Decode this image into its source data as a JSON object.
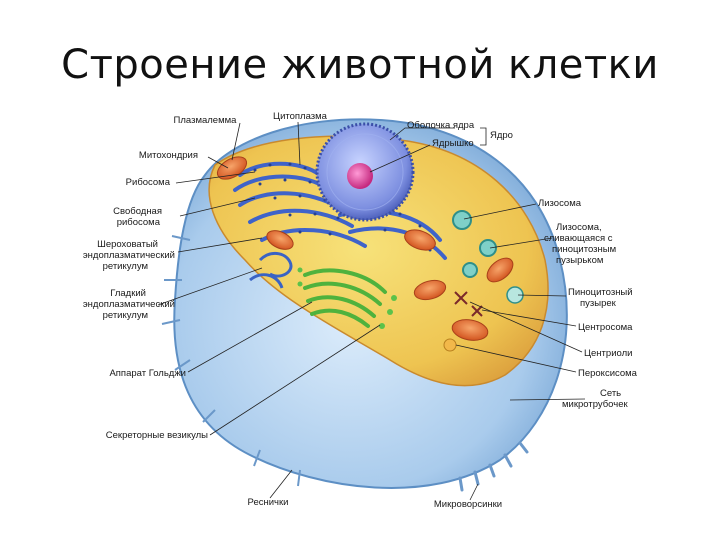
{
  "slide": {
    "title": "Строение животной клетки"
  },
  "labels": {
    "plasmalemma": "Плазмалемма",
    "cytoplasm": "Цитоплазма",
    "nuclear_envelope": "Оболочка ядра",
    "nucleus": "Ядро",
    "nucleolus": "Ядрышко",
    "mitochondria": "Митохондрия",
    "ribosome": "Рибосома",
    "free_ribosome_1": "Свободная",
    "free_ribosome_2": "рибосома",
    "rough_er_1": "Шероховатый",
    "rough_er_2": "эндоплазматический",
    "rough_er_3": "ретикулум",
    "smooth_er_1": "Гладкий",
    "smooth_er_2": "эндоплазматический",
    "smooth_er_3": "ретикулум",
    "golgi": "Аппарат Гольджи",
    "secretory_vesicle": "Секреторные везикулы",
    "cilia": "Реснички",
    "microvilli": "Микроворсинки",
    "lysosome": "Лизосома",
    "lysosome_fusing_1": "Лизосома,",
    "lysosome_fusing_2": "сливающаяся с",
    "lysosome_fusing_3": "пиноцитозным",
    "lysosome_fusing_4": "пузырьком",
    "pinocytic_1": "Пиноцитозный",
    "pinocytic_2": "пузырек",
    "centrosome": "Центросома",
    "centrioles": "Центриоли",
    "peroxisome": "Пероксисома",
    "microtubules_1": "Сеть",
    "microtubules_2": "микротрубочек"
  },
  "colors": {
    "membrane_blue": "#8fb8e0",
    "cytoplasm_yellow": "#f3d25a",
    "cytoplasm_orange": "#e0a640",
    "nucleus_blue": "#6a7fd0",
    "nucleolus_pink": "#d84aa0",
    "er_blue": "#3f63c9",
    "golgi_green": "#5cc24a",
    "mitochondria_orange": "#e46a2e",
    "lysosome_teal": "#2f8f8a"
  }
}
